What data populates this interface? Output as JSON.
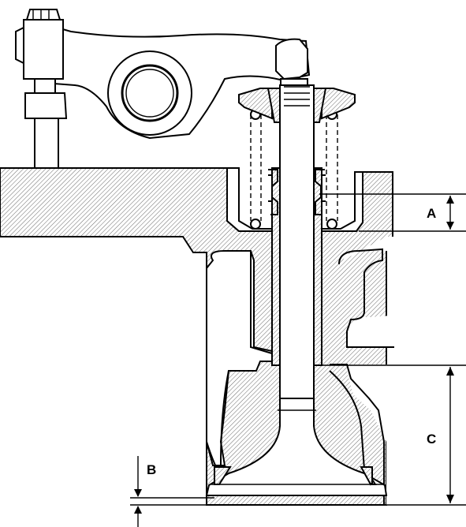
{
  "labels": {
    "a": "A",
    "b": "B",
    "c": "C"
  },
  "colors": {
    "line": "#000000",
    "hatch": "#555555",
    "background": "#ffffff"
  }
}
